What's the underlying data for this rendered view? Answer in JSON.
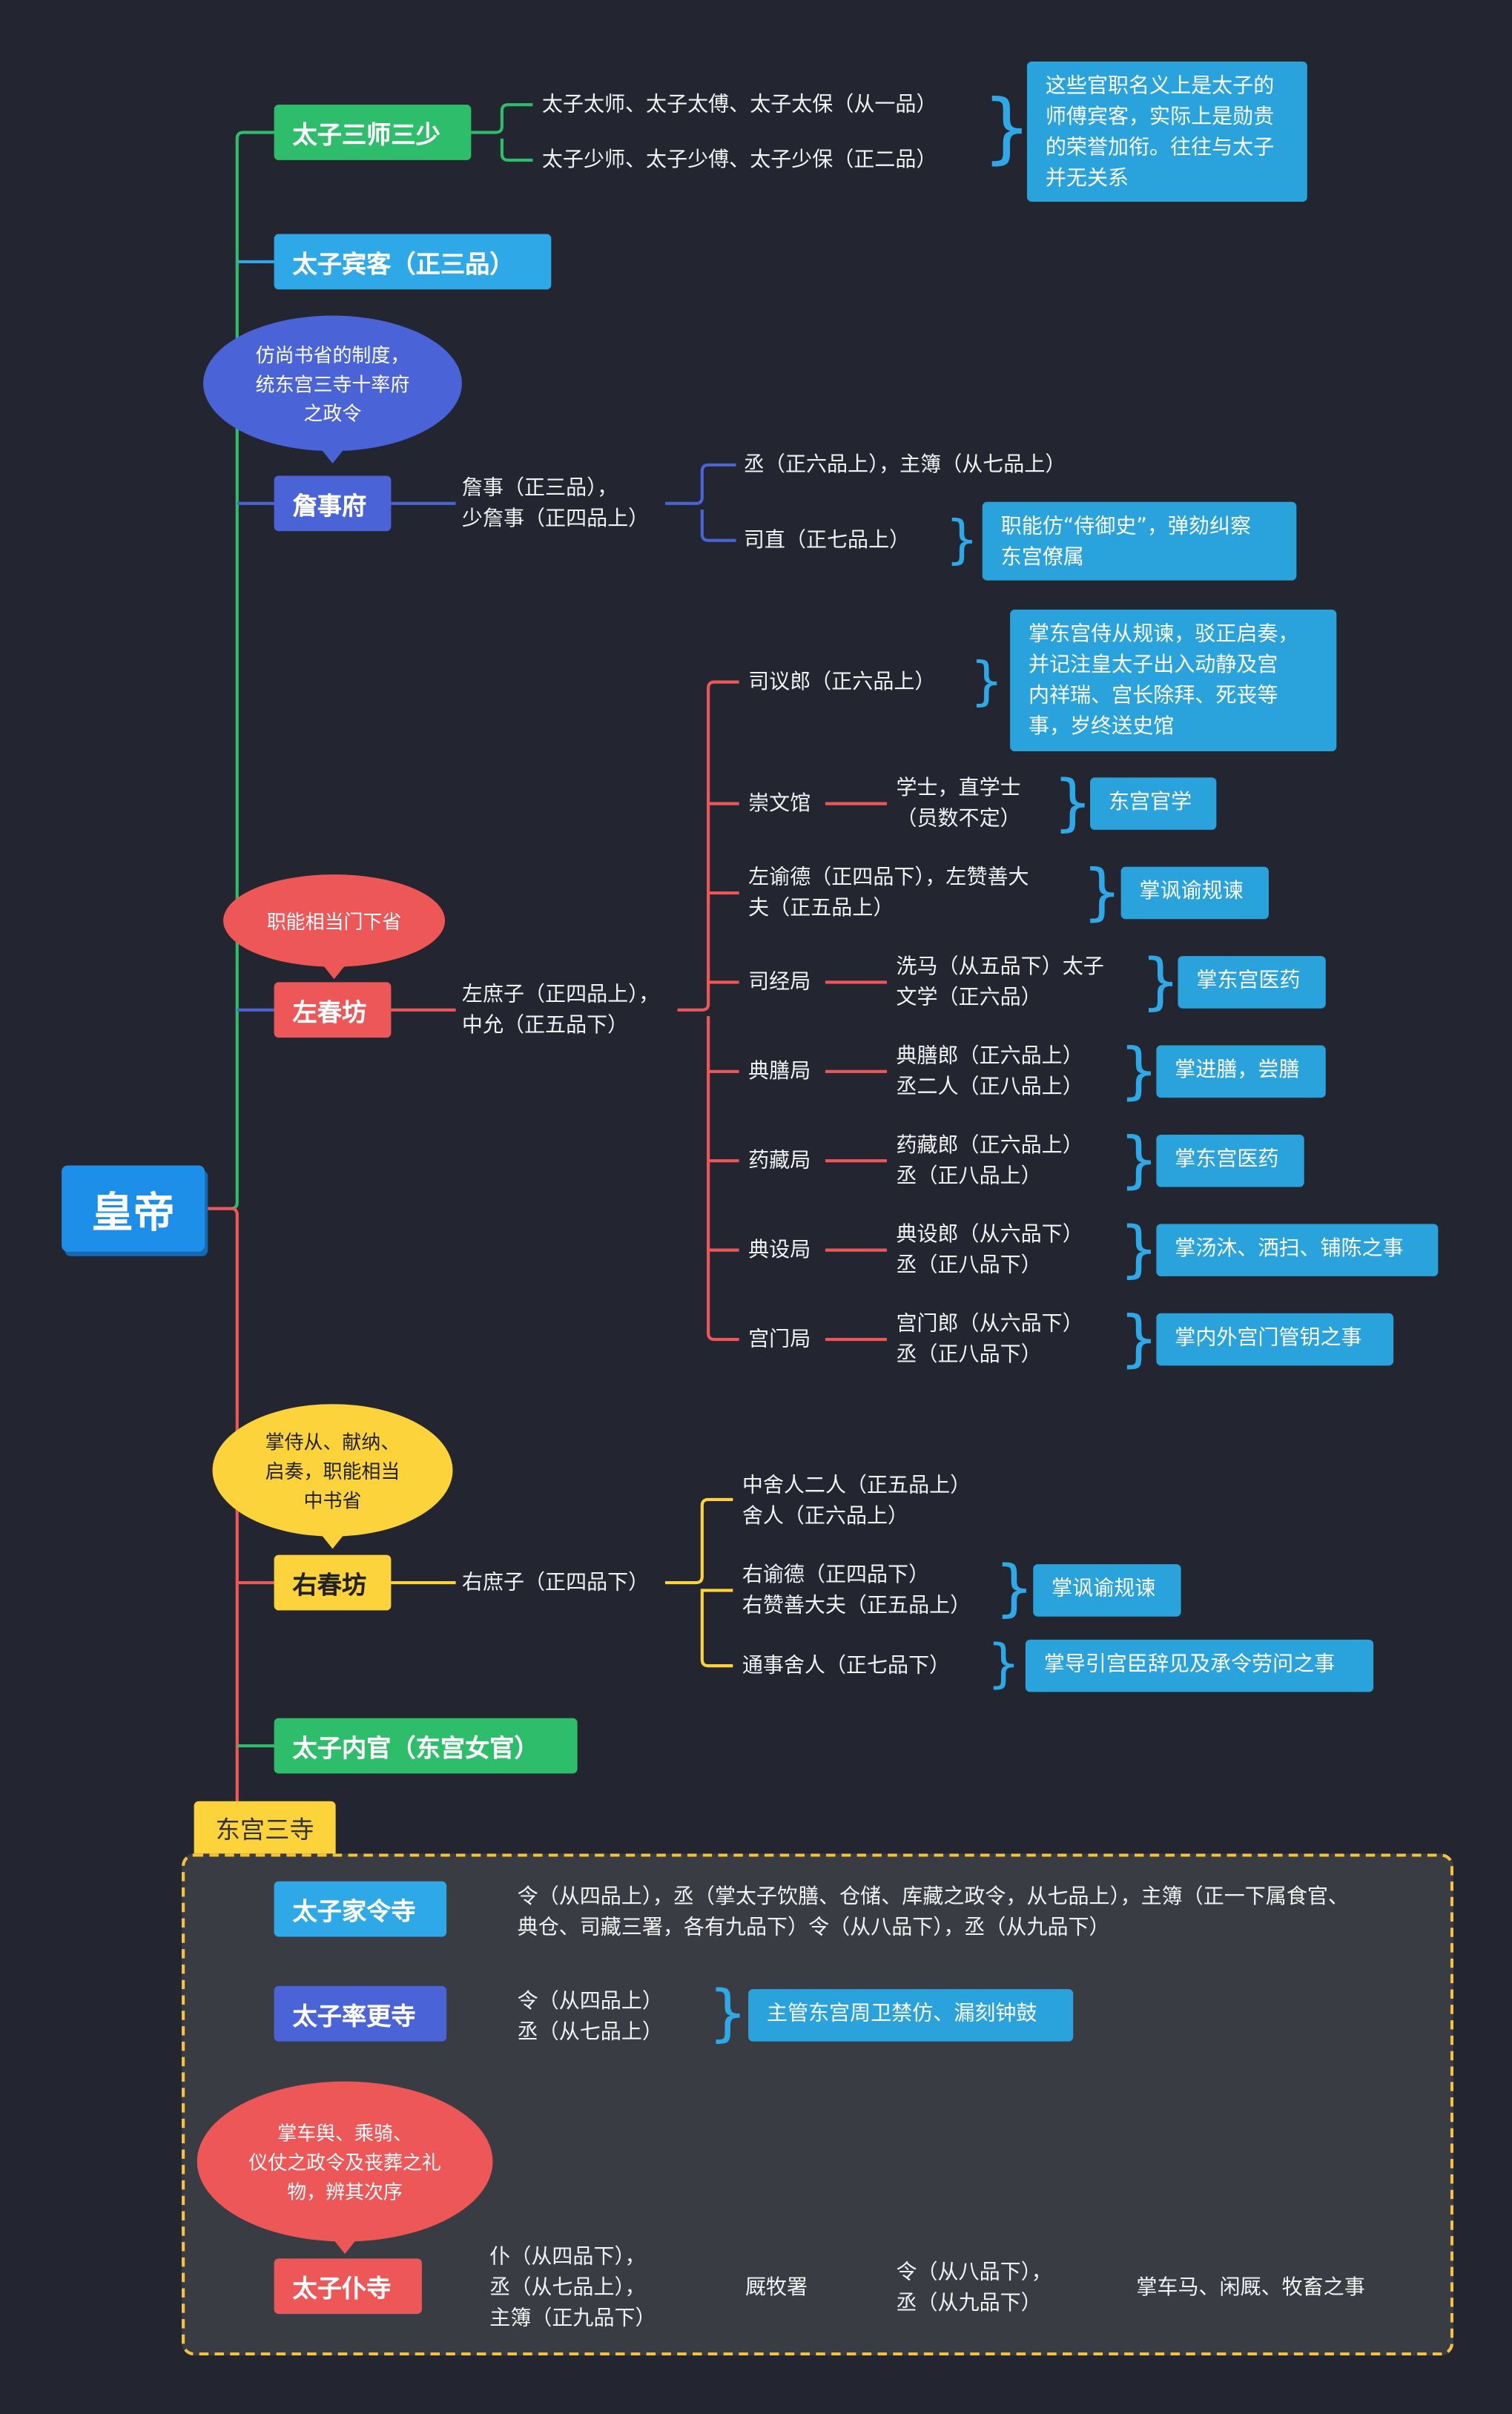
{
  "root": {
    "label": "皇帝"
  },
  "colors": {
    "green": "#2ebd6a",
    "blue": "#2ea8e6",
    "indigo": "#4a63d6",
    "red": "#ee5757",
    "yellow": "#fcd33a"
  },
  "sanshi": {
    "label": "太子三师三少",
    "items": [
      "太子太师、太子太傅、太子太保（从一品）",
      "太子少师、太子少傅、太子少保（正二品）"
    ],
    "note": [
      "这些官职名义上是太子的",
      "师傅宾客，实际上是勋贵",
      "的荣誉加衔。往往与太子",
      "并无关系"
    ]
  },
  "binke": {
    "label": "太子宾客（正三品）"
  },
  "zhanshi": {
    "label": "詹事府",
    "bubble": "仿尚书省的制度，\n统东宫三寺十率府\n之政令",
    "officials": [
      "詹事（正三品），",
      "少詹事（正四品上）"
    ],
    "items": [
      "丞（正六品上），主簿（从七品上）",
      "司直（正七品上）"
    ],
    "note": [
      "职能仿“侍御史”，弹劾纠察",
      "东宫僚属"
    ]
  },
  "zuochunfang": {
    "label": "左春坊",
    "bubble": "职能相当门下省",
    "officials": [
      "左庶子（正四品上），",
      "中允（正五品下）"
    ],
    "branches": [
      {
        "name": "司议郎（正六品上）",
        "detail": [],
        "note": [
          "掌东宫侍从规谏，驳正启奏，",
          "并记注皇太子出入动静及宫",
          "内祥瑞、宫长除拜、死丧等",
          "事，岁终送史馆"
        ]
      },
      {
        "name": "崇文馆",
        "detail": [
          "学士，直学士",
          "（员数不定）"
        ],
        "note": [
          "东宫官学"
        ]
      },
      {
        "name": "左谕德（正四品下），左赞善大",
        "name2": "夫（正五品上）",
        "detail": [],
        "note": [
          "掌讽谕规谏"
        ]
      },
      {
        "name": "司经局",
        "detail": [
          "洗马（从五品下）太子",
          "文学（正六品）"
        ],
        "note": [
          "掌东宫医药"
        ]
      },
      {
        "name": "典膳局",
        "detail": [
          "典膳郎（正六品上）",
          "丞二人（正八品上）"
        ],
        "note": [
          "掌进膳，尝膳"
        ]
      },
      {
        "name": "药藏局",
        "detail": [
          "药藏郎（正六品上）",
          "丞（正八品上）"
        ],
        "note": [
          "掌东宫医药"
        ]
      },
      {
        "name": "典设局",
        "detail": [
          "典设郎（从六品下）",
          "丞（正八品下）"
        ],
        "note": [
          "掌汤沐、洒扫、铺陈之事"
        ]
      },
      {
        "name": "宫门局",
        "detail": [
          "宫门郎（从六品下）",
          "丞（正八品下）"
        ],
        "note": [
          "掌内外宫门管钥之事"
        ]
      }
    ]
  },
  "youchunfang": {
    "label": "右春坊",
    "bubble": "掌侍从、献纳、\n启奏，职能相当\n中书省",
    "officials": [
      "右庶子（正四品下）"
    ],
    "branches": [
      {
        "lines": [
          "中舍人二人（正五品上）",
          "舍人（正六品上）"
        ],
        "note": []
      },
      {
        "lines": [
          "右谕德（正四品下）",
          "右赞善大夫（正五品上）"
        ],
        "note": [
          "掌讽谕规谏"
        ]
      },
      {
        "lines": [
          "通事舍人（正七品下）"
        ],
        "note": [
          "掌导引宫臣辞见及承令劳问之事"
        ]
      }
    ]
  },
  "neiguan": {
    "label": "太子内官（东宫女官）"
  },
  "sansi": {
    "tab": "东宫三寺",
    "jialing": {
      "label": "太子家令寺",
      "lines": [
        "令（从四品上），丞（掌太子饮膳、仓储、库藏之政令，从七品上），主簿（正一下属食官、",
        "典仓、司藏三署，各有九品下）令（从八品下），丞（从九品下）"
      ]
    },
    "lvgeng": {
      "label": "太子率更寺",
      "lines": [
        "令（从四品上）",
        "丞（从七品上）"
      ],
      "note": [
        "主管东宫周卫禁仿、漏刻钟鼓"
      ]
    },
    "pusi": {
      "label": "太子仆寺",
      "bubble": "掌车舆、乘骑、\n仪仗之政令及丧葬之礼\n物，辨其次序",
      "lines": [
        "仆（从四品下），",
        "丞（从七品上），",
        "主簿（正九品下）"
      ],
      "sub": "厩牧署",
      "sublines": [
        "令（从八品下），",
        "丞（从九品下）"
      ],
      "end": "掌车马、闲厩、牧畜之事"
    }
  }
}
